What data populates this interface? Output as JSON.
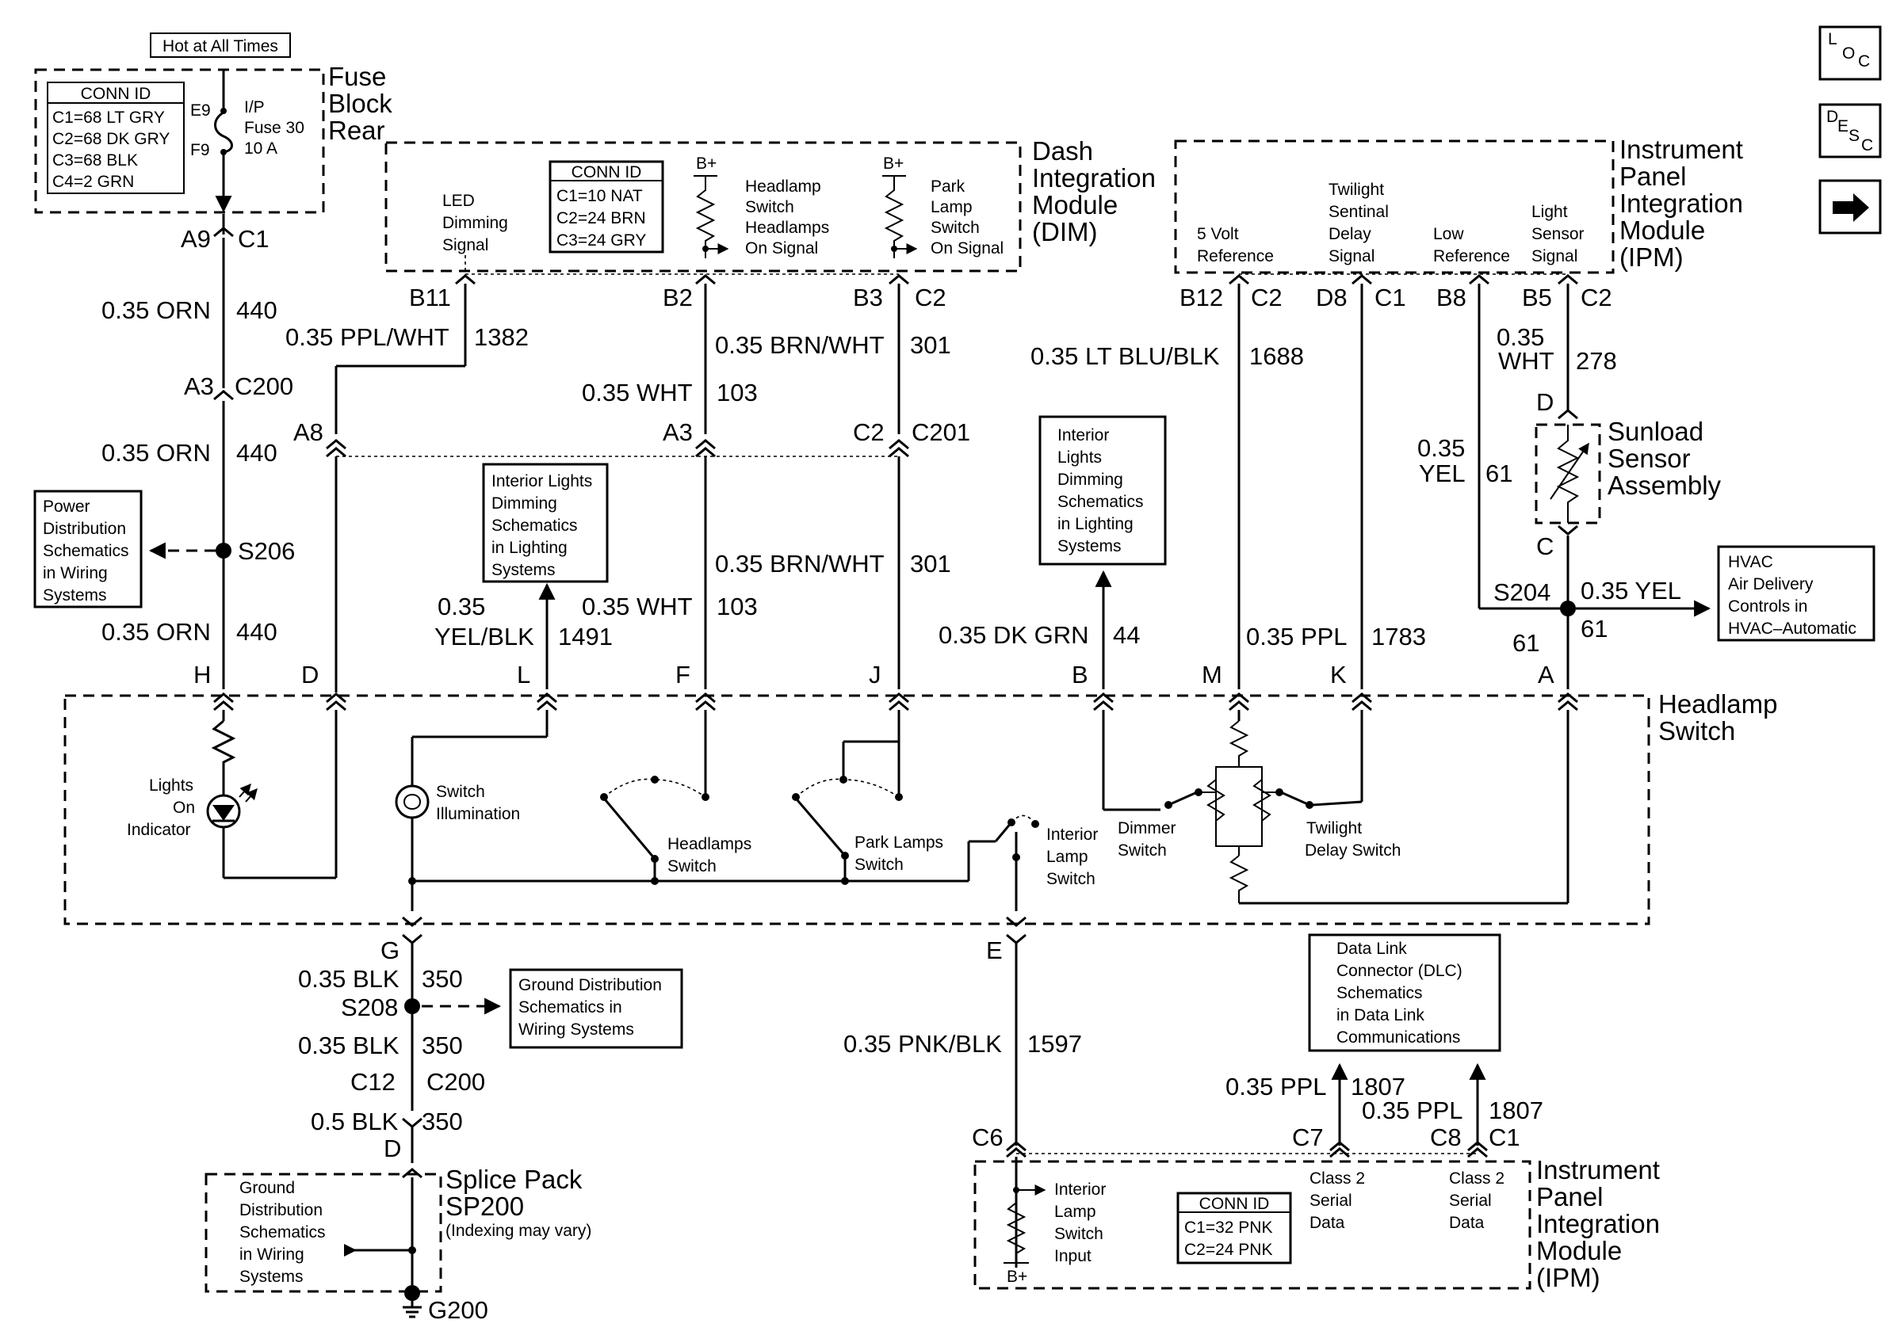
{
  "top_label": "Hot at All Times",
  "fuse_block": {
    "title": [
      "Fuse",
      "Block",
      "Rear"
    ],
    "conn_header": "CONN ID",
    "conn_rows": [
      "C1=68 LT GRY",
      "C2=68 DK GRY",
      "C3=68 BLK",
      "C4=2 GRN"
    ],
    "pin_top": "E9",
    "pin_bot": "F9",
    "fuse_label": [
      "I/P",
      "Fuse 30",
      "10 A"
    ]
  },
  "dim": {
    "title": [
      "Dash",
      "Integration",
      "Module",
      "(DIM)"
    ],
    "led_label": [
      "LED",
      "Dimming",
      "Signal"
    ],
    "conn_header": "CONN ID",
    "conn_rows": [
      "C1=10 NAT",
      "C2=24 BRN",
      "C3=24 GRY"
    ],
    "bplus": "B+",
    "headlamp_sig": [
      "Headlamp",
      "Switch",
      "Headlamps",
      "On Signal"
    ],
    "park_sig": [
      "Park",
      "Lamp",
      "Switch",
      "On Signal"
    ]
  },
  "ipm_top": {
    "title": [
      "Instrument",
      "Panel",
      "Integration",
      "Module",
      "(IPM)"
    ],
    "v5": [
      "5 Volt",
      "Reference"
    ],
    "twilight": [
      "Twilight",
      "Sentinal",
      "Delay",
      "Signal"
    ],
    "low": [
      "Low",
      "Reference"
    ],
    "light": [
      "Light",
      "Sensor",
      "Signal"
    ]
  },
  "nav_icons": {
    "loc": [
      "L",
      "O",
      "C"
    ],
    "desc": [
      "D",
      "E",
      "S",
      "C"
    ],
    "next": "arrow-right"
  },
  "pins": {
    "a9": "A9",
    "c1_a": "C1",
    "a3": "A3",
    "c200_a": "C200",
    "a8": "A8",
    "b11": "B11",
    "b2": "B2",
    "b3": "B3",
    "c2_dim": "C2",
    "a3b": "A3",
    "c2b": "C2",
    "c201": "C201",
    "b12": "B12",
    "c2_ipm1": "C2",
    "d8": "D8",
    "c1_ipm": "C1",
    "b8": "B8",
    "b5": "B5",
    "c2_ipm2": "C2",
    "sens_d": "D",
    "sens_c": "C",
    "h": "H",
    "d": "D",
    "l": "L",
    "f": "F",
    "j": "J",
    "b": "B",
    "m": "M",
    "k": "K",
    "a": "A",
    "g": "G",
    "e": "E",
    "c12": "C12",
    "c200_b": "C200",
    "d_sp": "D",
    "c6": "C6",
    "c7": "C7",
    "c8": "C8",
    "c1_bot": "C1"
  },
  "wires": {
    "orn1": "0.35 ORN",
    "orn1_n": "440",
    "ppl_wht": "0.35 PPL/WHT",
    "ppl_wht_n": "1382",
    "brn_wht1": "0.35 BRN/WHT",
    "brn_wht1_n": "301",
    "wht1": "0.35 WHT",
    "wht1_n": "103",
    "orn2": "0.35 ORN",
    "orn2_n": "440",
    "ltblu": "0.35 LT BLU/BLK",
    "ltblu_n": "1688",
    "wht278a": "0.35",
    "wht278b": "WHT",
    "wht278_n": "278",
    "yel61a": "0.35",
    "yel61b": "YEL",
    "yel61_n": "61",
    "orn3": "0.35 ORN",
    "orn3_n": "440",
    "yelblk_a": "0.35",
    "yelblk_b": "YEL/BLK",
    "yelblk_n": "1491",
    "wht2": "0.35 WHT",
    "wht2_n": "103",
    "brn_wht2": "0.35 BRN/WHT",
    "brn_wht2_n": "301",
    "dkgrn": "0.35 DK GRN",
    "dkgrn_n": "44",
    "ppl1783": "0.35 PPL",
    "ppl1783_n": "1783",
    "s204": "S204",
    "yel_hvac": "0.35 YEL",
    "n61a": "61",
    "n61b": "61",
    "blk1": "0.35 BLK",
    "blk1_n": "350",
    "blk2": "0.35 BLK",
    "blk2_n": "350",
    "blk3": "0.5 BLK",
    "blk3_n": "350",
    "pnkblk": "0.35 PNK/BLK",
    "pnkblk_n": "1597",
    "ppl1807a": "0.35 PPL",
    "ppl1807a_n": "1807",
    "ppl1807b": "0.35 PPL",
    "ppl1807b_n": "1807"
  },
  "splices": {
    "s206": "S206",
    "s208": "S208"
  },
  "refs": {
    "power": [
      "Power",
      "Distribution",
      "Schematics",
      "in Wiring",
      "Systems"
    ],
    "interior1": [
      "Interior Lights",
      "Dimming",
      "Schematics",
      "in Lighting",
      "Systems"
    ],
    "interior2": [
      "Interior",
      "Lights",
      "Dimming",
      "Schematics",
      "in Lighting",
      "Systems"
    ],
    "hvac": [
      "HVAC",
      "Air Delivery",
      "Controls in",
      "HVAC–Automatic"
    ],
    "ground1": [
      "Ground Distribution",
      "Schematics in",
      "Wiring Systems"
    ],
    "dlc": [
      "Data Link",
      "Connector (DLC)",
      "Schematics",
      "in Data Link",
      "Communications"
    ],
    "ground2": [
      "Ground",
      "Distribution",
      "Schematics",
      "in Wiring",
      "Systems"
    ]
  },
  "sunload": [
    "Sunload",
    "Sensor",
    "Assembly"
  ],
  "headlamp_switch": {
    "title": [
      "Headlamp",
      "Switch"
    ],
    "lights_on": [
      "Lights",
      "On",
      "Indicator"
    ],
    "switch_illum": [
      "Switch",
      "Illumination"
    ],
    "headlamps_sw": [
      "Headlamps",
      "Switch"
    ],
    "park_sw": [
      "Park Lamps",
      "Switch"
    ],
    "interior_sw": [
      "Interior",
      "Lamp",
      "Switch"
    ],
    "dimmer_sw": [
      "Dimmer",
      "Switch"
    ],
    "twilight_sw": [
      "Twilight",
      "Delay Switch"
    ]
  },
  "splice_pack": {
    "title": [
      "Splice Pack",
      "SP200"
    ],
    "note": "(Indexing may vary)",
    "ground": "G200"
  },
  "ipm_bot": {
    "title": [
      "Instrument",
      "Panel",
      "Integration",
      "Module",
      "(IPM)"
    ],
    "interior_input": [
      "Interior",
      "Lamp",
      "Switch",
      "Input"
    ],
    "bplus": "B+",
    "conn_header": "CONN ID",
    "conn_rows": [
      "C1=32 PNK",
      "C2=24 PNK"
    ],
    "class2a": [
      "Class 2",
      "Serial",
      "Data"
    ],
    "class2b": [
      "Class 2",
      "Serial",
      "Data"
    ]
  }
}
